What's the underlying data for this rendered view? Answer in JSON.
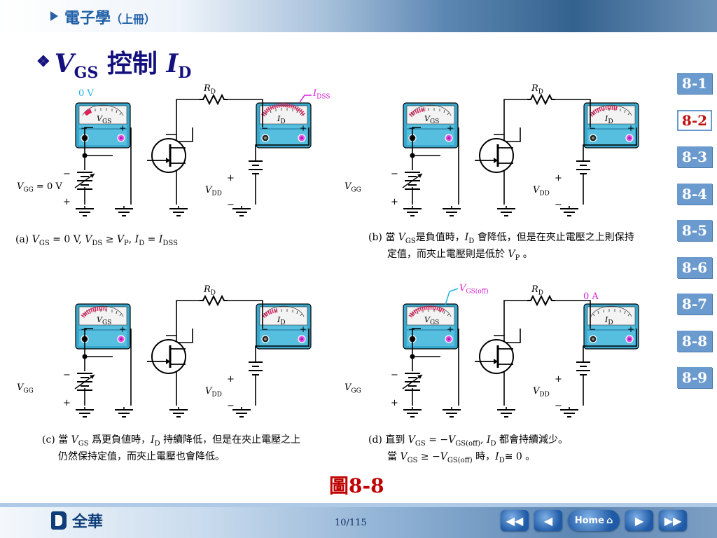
{
  "header": {
    "title": "電子學",
    "subtitle": "（上冊）"
  },
  "slide_title": {
    "bullet": "❖",
    "v": "V",
    "v_sub": "GS",
    "middle": " 控制 ",
    "i": "I",
    "i_sub": "D"
  },
  "nav": [
    "8-1",
    "8-2",
    "8-3",
    "8-4",
    "8-5",
    "8-6",
    "8-7",
    "8-8",
    "8-9"
  ],
  "active_nav": "8-2",
  "circuit_labels": {
    "rd": "R",
    "rd_sub": "D",
    "vdd": "V",
    "vdd_sub": "DD",
    "vgg": "V",
    "vgg_sub": "GG",
    "vgs_meter": "V",
    "vgs_meter_sub": "GS",
    "id_meter": "I",
    "id_meter_sub": "D",
    "minus": "−",
    "plus": "+",
    "a_vgs_reading": "0 V",
    "a_vgg_value": " = 0 V",
    "a_idss": "I",
    "a_idss_sub": "DSS",
    "d_vgsoff": "V",
    "d_vgsoff_sub": "GS(off)",
    "d_id_reading": "0 A"
  },
  "captions": {
    "a": {
      "tag": "(a)",
      "line1": {
        "v1": "V",
        "s1": "GS",
        "t1": " = 0 V, ",
        "v2": "V",
        "s2": "DS",
        "t2": " ≥ ",
        "v3": "V",
        "s3": "P",
        "t3": ", ",
        "v4": "I",
        "s4": "D",
        "t4": " = ",
        "v5": "I",
        "s5": "DSS"
      }
    },
    "b": {
      "tag": "(b) 當 ",
      "line1": {
        "v1": "V",
        "s1": "GS",
        "t1": "是負值時，",
        "v2": "I",
        "s2": "D",
        "t2": " 會降低，但是在夾止電壓之上則保持"
      },
      "line2": {
        "t1": "定值，而夾止電壓則是低於 ",
        "v1": "V",
        "s1": "P",
        "t2": " 。"
      }
    },
    "c": {
      "tag": "(c) 當 ",
      "line1": {
        "v1": "V",
        "s1": "GS",
        "t1": " 爲更負値時，",
        "v2": "I",
        "s2": "D",
        "t2": " 持續降低，但是在夾止電壓之上"
      },
      "line2": {
        "t1": "仍然保持定值，而夾止電壓也會降低。"
      }
    },
    "d": {
      "tag": "(d) 直到 ",
      "line1": {
        "v1": "V",
        "s1": "GS",
        "t1": " = −",
        "v2": "V",
        "s2": "GS(off)",
        "t2": ", ",
        "v3": "I",
        "s3": "D",
        "t3": " 都會持續減少。"
      },
      "line2": {
        "t0": "當 ",
        "v1": "V",
        "s1": "GS",
        "t1": " ≥ −",
        "v2": "V",
        "s2": "GS(off)",
        "t2": " 時，",
        "v3": "I",
        "s3": "D",
        "t3": "≅ 0 。"
      }
    }
  },
  "figure_label": "圖8-8",
  "footer": {
    "logo": "全華",
    "page": "10/115",
    "home_label": "Home",
    "btn_first": "◀◀",
    "btn_prev": "◀",
    "btn_next": "▶",
    "btn_last": "▶▶"
  },
  "colors": {
    "title": "#14107e",
    "nav": "#6b9bce",
    "active_nav_text": "#c01010",
    "meter_body": "#3aa8cc",
    "meter_face": "#f3f3f3",
    "callout": "#d61fd6",
    "cyan_text": "#1fb3e6",
    "figure_label": "#c00000"
  }
}
